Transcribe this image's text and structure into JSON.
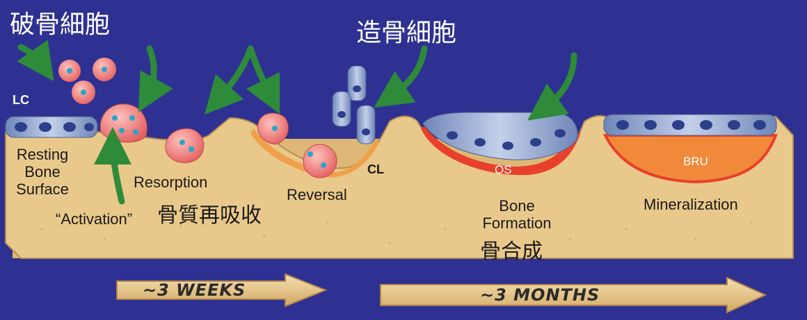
{
  "titles": {
    "osteoclast": "破骨細胞",
    "osteoblast": "造骨細胞"
  },
  "labels": {
    "lc": "LC",
    "resting": [
      "Resting",
      "Bone",
      "Surface"
    ],
    "activation": "“Activation”",
    "resorption_cjk": "骨質再吸收",
    "resorption": "Resorption",
    "reversal": "Reversal",
    "cl": "CL",
    "os": "OS",
    "bone_formation": [
      "Bone",
      "Formation"
    ],
    "formation_cjk": "骨合成",
    "bru": "BRU",
    "mineralization": "Mineralization"
  },
  "timeline": {
    "weeks": "~3 WEEKS",
    "months": "~3 MONTHS"
  },
  "colors": {
    "background": "#2e3192",
    "bone": "#e9c98b",
    "lining_cells": "#8fa6d0",
    "osteoclast": "#ef7c7c",
    "osteoid": "#e8402a",
    "bru": "#f08a3a",
    "arrow_green": "#2e8b3a"
  }
}
